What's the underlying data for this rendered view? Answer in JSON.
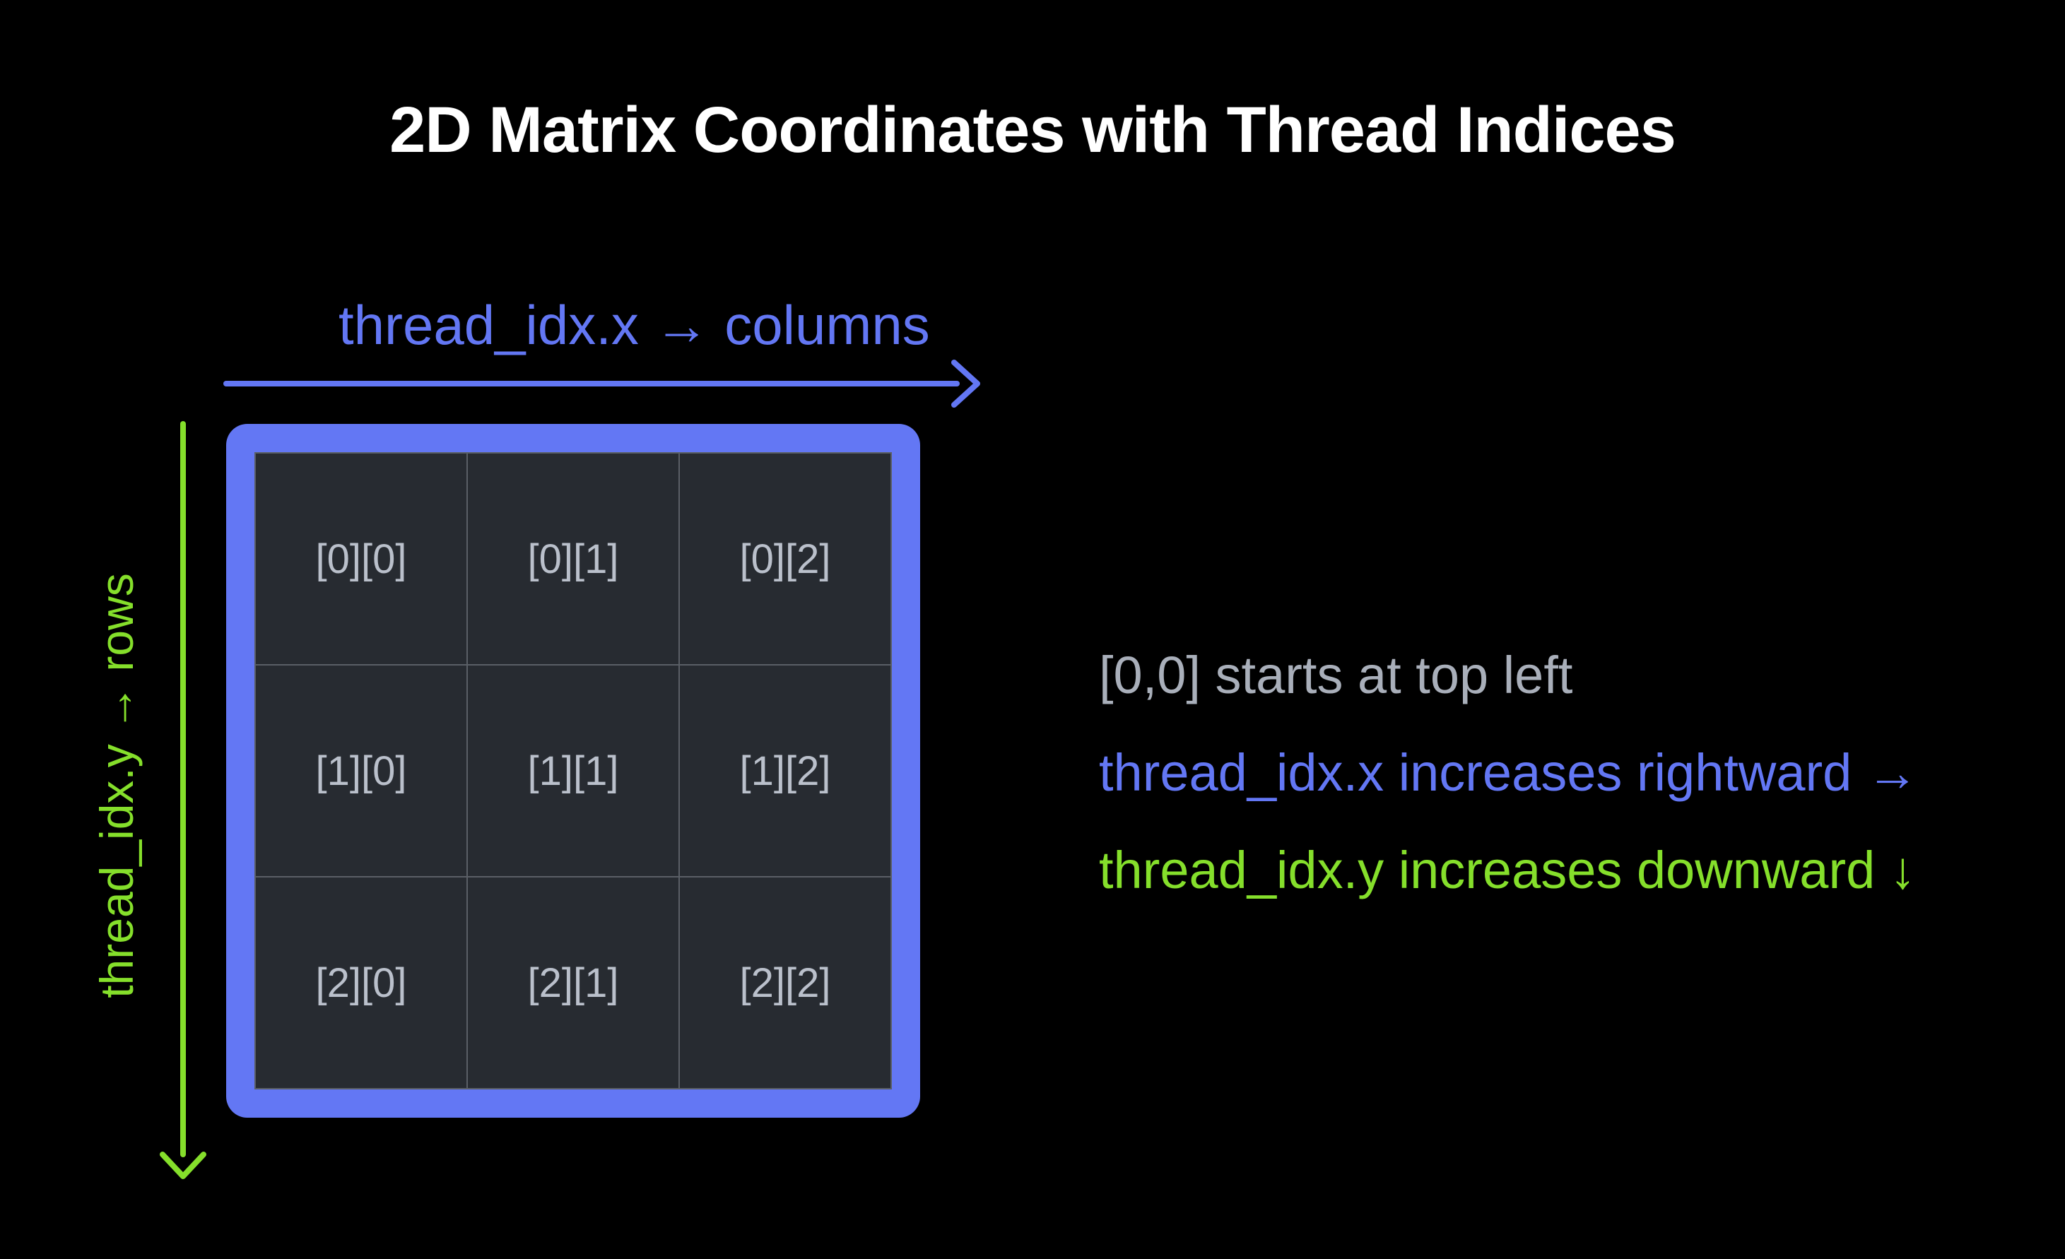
{
  "title": "2D Matrix Coordinates with Thread Indices",
  "colors": {
    "background": "#000000",
    "title_color": "#ffffff",
    "blue": "#6377f4",
    "green": "#85df2b",
    "gray_text": "#a9afba",
    "cell_text": "#bac0cb",
    "cell_bg": "#272b31",
    "grid_line": "#5a5f66"
  },
  "x_axis": {
    "label": "thread_idx.x → columns",
    "arrow_direction": "right"
  },
  "y_axis": {
    "label": "thread_idx.y → rows",
    "arrow_direction": "down"
  },
  "matrix": {
    "rows": [
      [
        "[0][0]",
        "[0][1]",
        "[0][2]"
      ],
      [
        "[1][0]",
        "[1][1]",
        "[1][2]"
      ],
      [
        "[2][0]",
        "[2][1]",
        "[2][2]"
      ]
    ]
  },
  "legend": {
    "lines": [
      {
        "text": "[0,0] starts at top left",
        "color": "#a9afba"
      },
      {
        "text": "thread_idx.x increases rightward →",
        "color": "#6377f4"
      },
      {
        "text": "thread_idx.y increases downward  ↓",
        "color": "#85df2b"
      }
    ]
  }
}
